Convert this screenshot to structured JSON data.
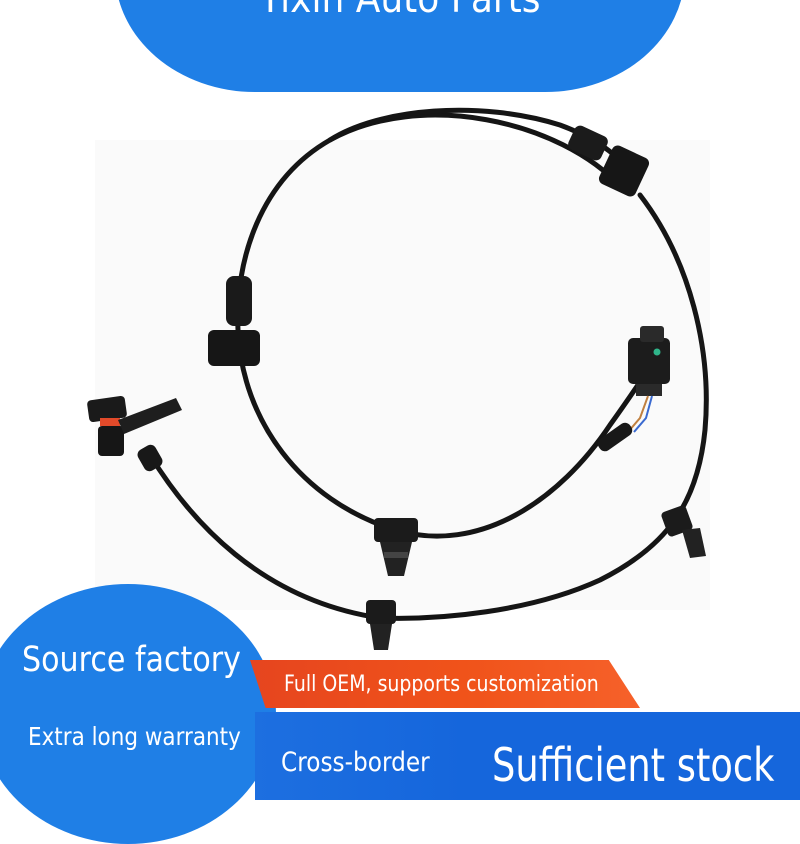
{
  "banner": {
    "title": "Yixin Auto Parts",
    "color": "#1f7fe6"
  },
  "product": {
    "subject": "ABS wheel speed sensor cable",
    "cable_color": "#111111"
  },
  "badges": {
    "circle_line1": "Source factory",
    "circle_line2": "Extra long warranty",
    "ribbon": "Full OEM, supports customization",
    "ribbon_color": "#e6451f",
    "bar_left": "Cross-border",
    "bar_right": "Sufficient stock",
    "bar_color": "#1566dc"
  }
}
